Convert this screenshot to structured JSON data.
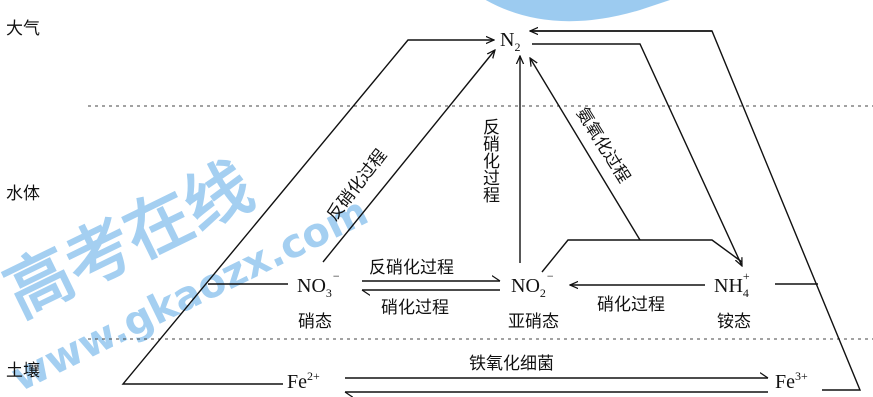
{
  "watermark": {
    "cn_text": "高考在线",
    "url_text": "www.gkaozx.com",
    "color": "#5aa9e6"
  },
  "zones": {
    "atmosphere": "大气",
    "water": "水体",
    "soil": "土壤"
  },
  "species": {
    "n2": {
      "base": "N",
      "sub": "2",
      "sup": ""
    },
    "no3": {
      "base": "NO",
      "sub": "3",
      "sup": "−",
      "name": "硝态"
    },
    "no2": {
      "base": "NO",
      "sub": "2",
      "sup": "−",
      "name": "亚硝态"
    },
    "nh4": {
      "base": "NH",
      "sub": "4",
      "sup": "+",
      "name": "铵态"
    },
    "fe2": {
      "base": "Fe",
      "sup": "2+"
    },
    "fe3": {
      "base": "Fe",
      "sup": "3+"
    }
  },
  "processes": {
    "no3_to_n2": "反硝化过程",
    "no2_to_n2": "反硝化过程",
    "nh4_no2_to_n2": "氨氧化过程",
    "no3_to_no2": "反硝化过程",
    "no2_to_no3": "硝化过程",
    "nh4_to_no2": "硝化过程",
    "fe_bacteria": "铁氧化细菌"
  }
}
